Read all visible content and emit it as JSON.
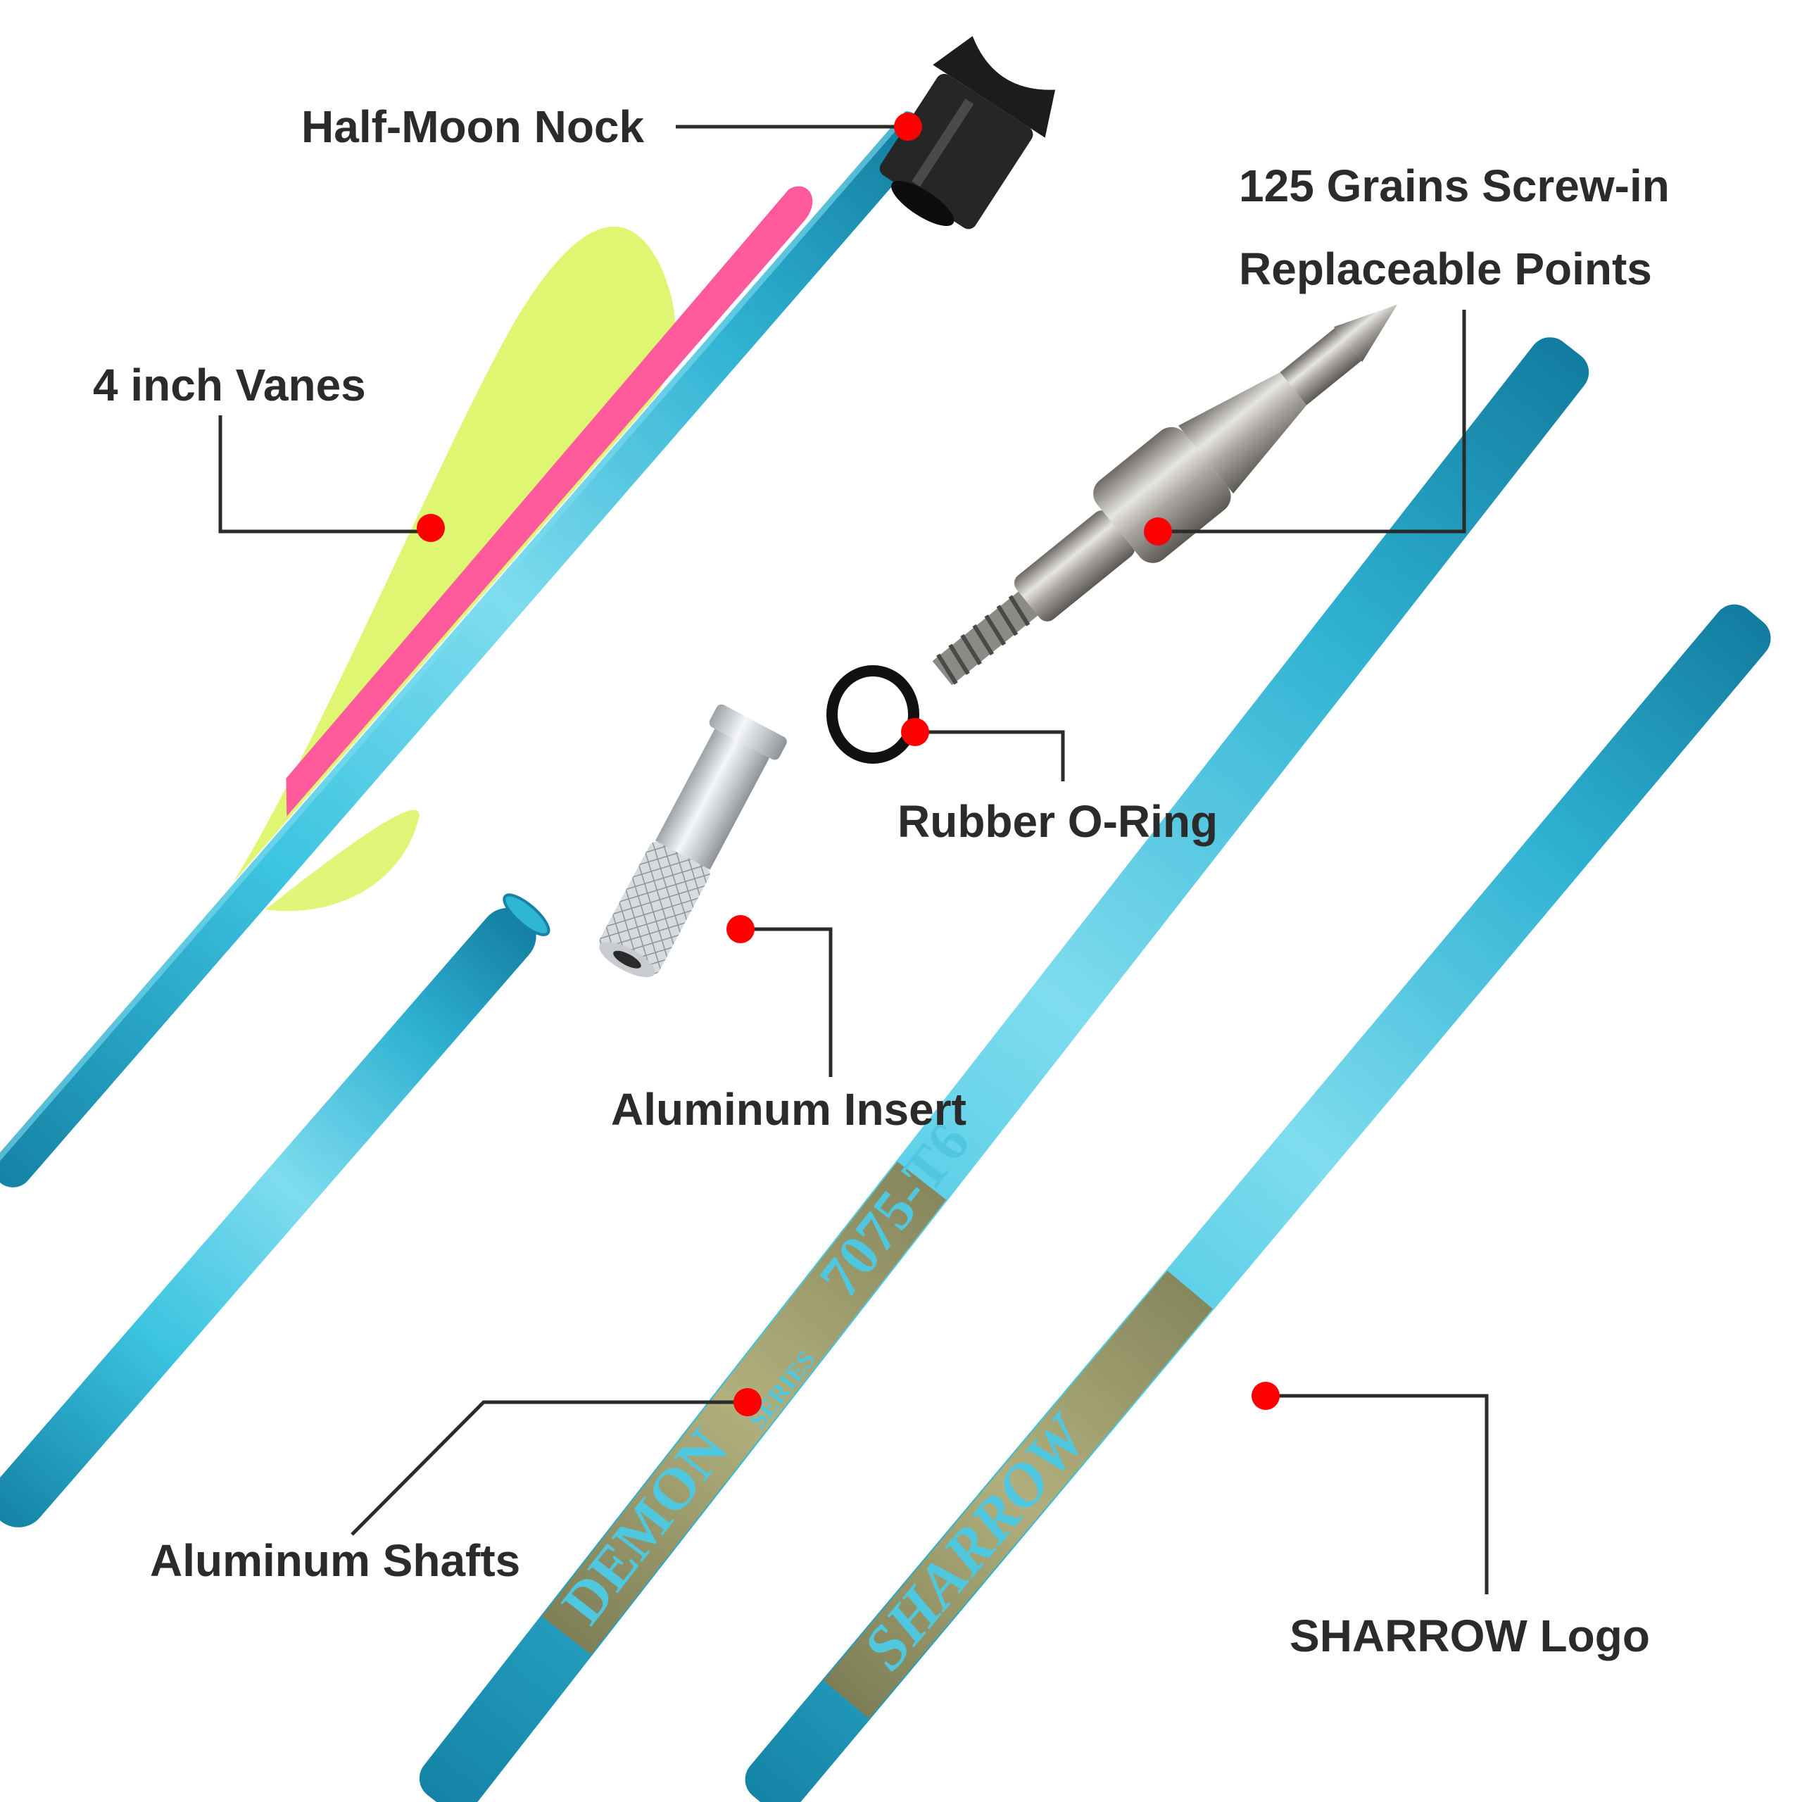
{
  "callouts": {
    "nock": "Half-Moon Nock",
    "points_line1": "125 Grains Screw-in",
    "points_line2": "Replaceable Points",
    "vanes": "4 inch Vanes",
    "oring": "Rubber O-Ring",
    "insert": "Aluminum Insert",
    "shafts": "Aluminum Shafts",
    "logo": "SHARROW Logo"
  },
  "shaft_print": {
    "brand": "DEMON",
    "series": "SERIES",
    "spec": "7075-T6",
    "logo": "SHARROW"
  },
  "colors": {
    "shaft": "#2fb6d3",
    "shaft_dark": "#1a8fb0",
    "vane_pink": "#ff5b9c",
    "vane_green": "#dcf56a",
    "gold_band": "#b49a5e",
    "marker": "#ff0000",
    "text": "#2b2b2b"
  }
}
